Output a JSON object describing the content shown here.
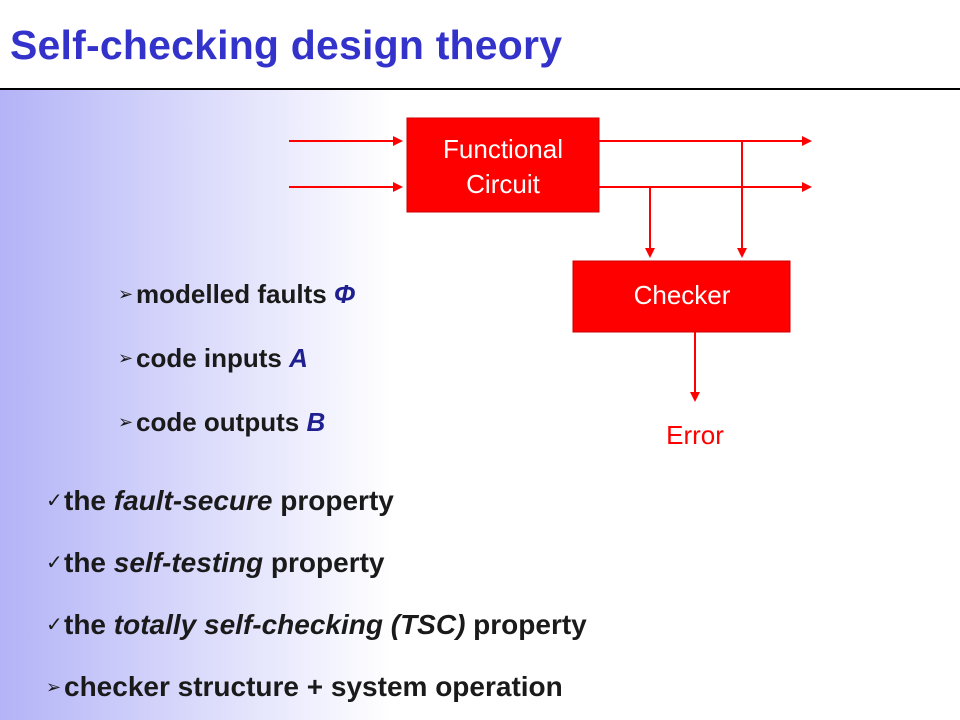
{
  "title": "Self-checking design theory",
  "diagram": {
    "functional_circuit": [
      "Functional",
      "Circuit"
    ],
    "checker": "Checker",
    "error": "Error"
  },
  "sub_items": [
    {
      "text": "modelled faults ",
      "var": "Φ"
    },
    {
      "text": "code inputs ",
      "var": "A"
    },
    {
      "text": "code outputs ",
      "var": "B"
    }
  ],
  "main_items": [
    {
      "pre": "the ",
      "em": "fault-secure",
      "post": " property"
    },
    {
      "pre": "the ",
      "em": "self-testing",
      "post": " property"
    },
    {
      "pre": "the ",
      "em": "totally self-checking (TSC)",
      "post": " property"
    },
    {
      "pre": "checker structure + system operation",
      "em": "",
      "post": ""
    }
  ],
  "markers": {
    "arrow": "➢",
    "check": "✓"
  },
  "colors": {
    "title": "#3333cc",
    "diagram_red": "#ff0000",
    "variable": "#1f1f8f"
  }
}
